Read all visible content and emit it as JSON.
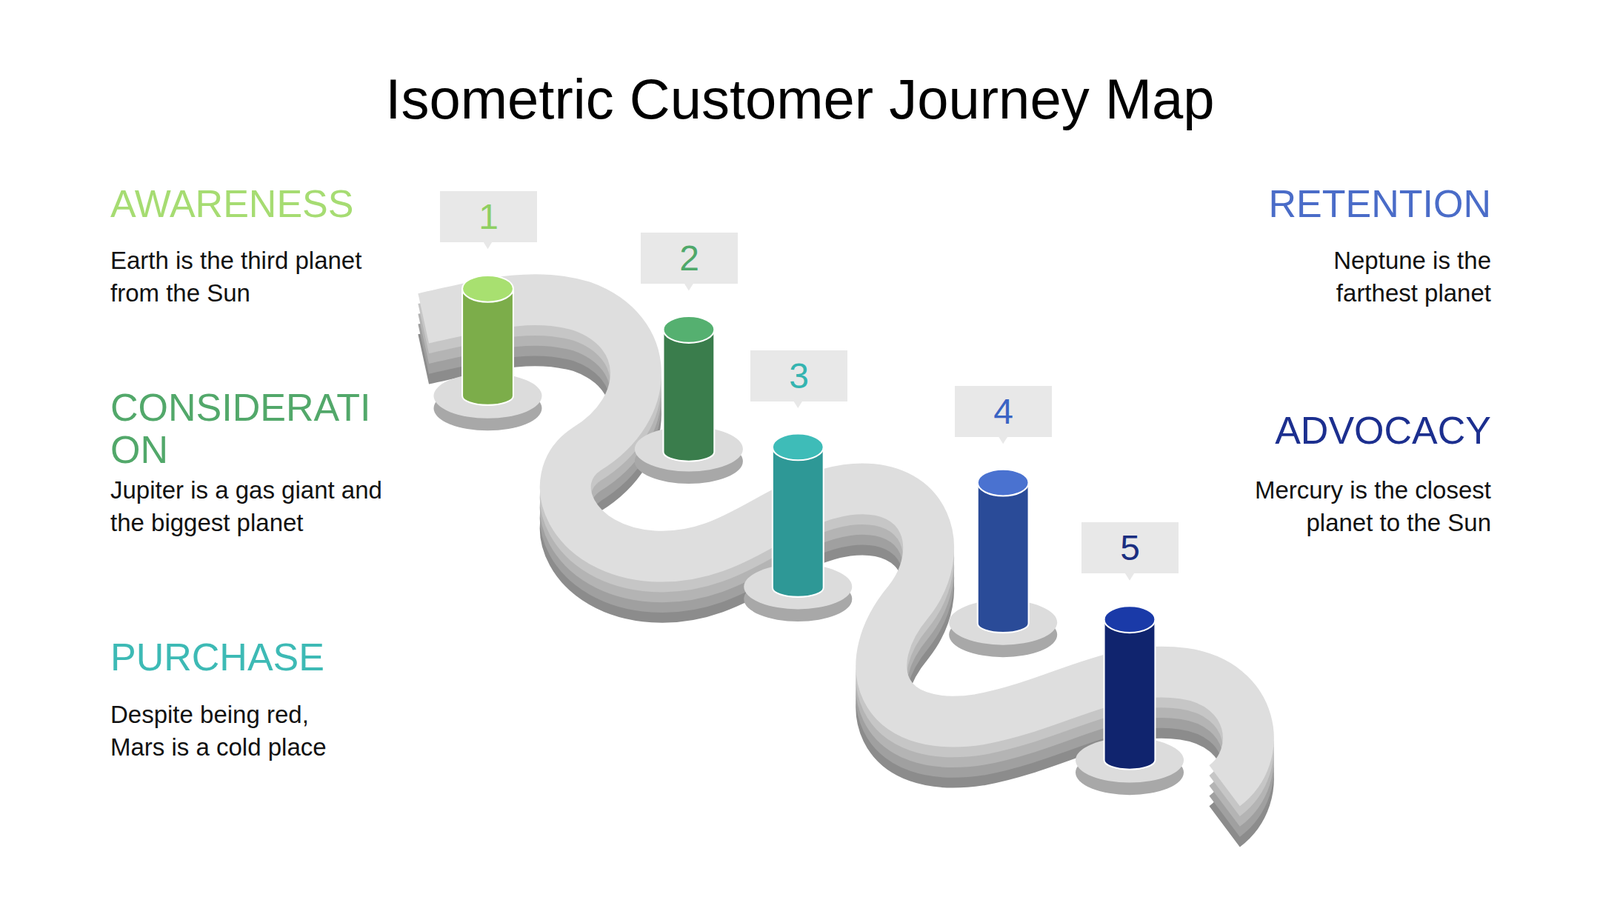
{
  "diagram": {
    "title": "Isometric Customer Journey Map",
    "nodes": [
      {
        "text": [
          "1"
        ]
      },
      {
        "text": [
          "2"
        ]
      },
      {
        "text": [
          "3"
        ]
      },
      {
        "text": [
          "4"
        ]
      },
      {
        "text": [
          "5"
        ]
      }
    ],
    "labels": [
      "AWARENESS",
      "Earth is the third planet from the Sun",
      "CONSIDERATION",
      "Jupiter is a gas giant and the biggest planet",
      "PURCHASE",
      "Despite being red, Mars is a cold place",
      "RETENTION",
      "Neptune is the farthest planet",
      "ADVOCACY",
      "Mercury is the closest planet to the Sun"
    ]
  }
}
